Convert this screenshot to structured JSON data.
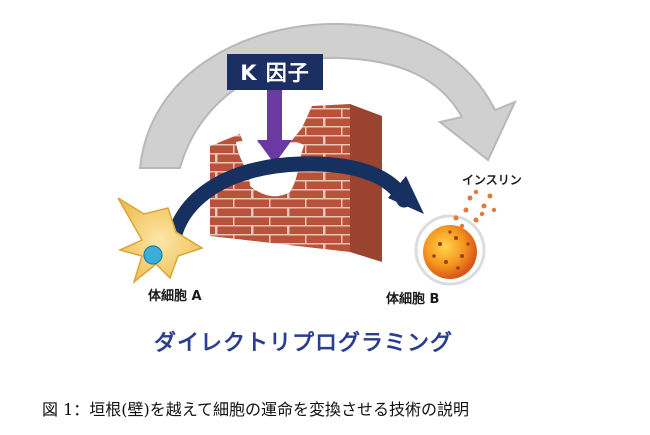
{
  "factor_label": "K 因子",
  "cell_a_label": "体細胞 A",
  "cell_b_label": "体細胞 B",
  "insulin_label": "インスリン",
  "title": "ダイレクトリプログラミング",
  "caption": "図 1：垣根(壁)を越えて細胞の運命を変換させる技術の説明",
  "colors": {
    "factor_box": "#1c2f63",
    "factor_arrow": "#6a3aa2",
    "path_arrow": "#16305f",
    "grey_arrow": "#c8c8c8",
    "brick": "#b8523a",
    "title": "#2a3d8f",
    "cell_a": "#f3c96a",
    "nucleus": "#3aaed8",
    "cell_b": "#f28a1f",
    "insulin_granule": "#e07a3b"
  }
}
